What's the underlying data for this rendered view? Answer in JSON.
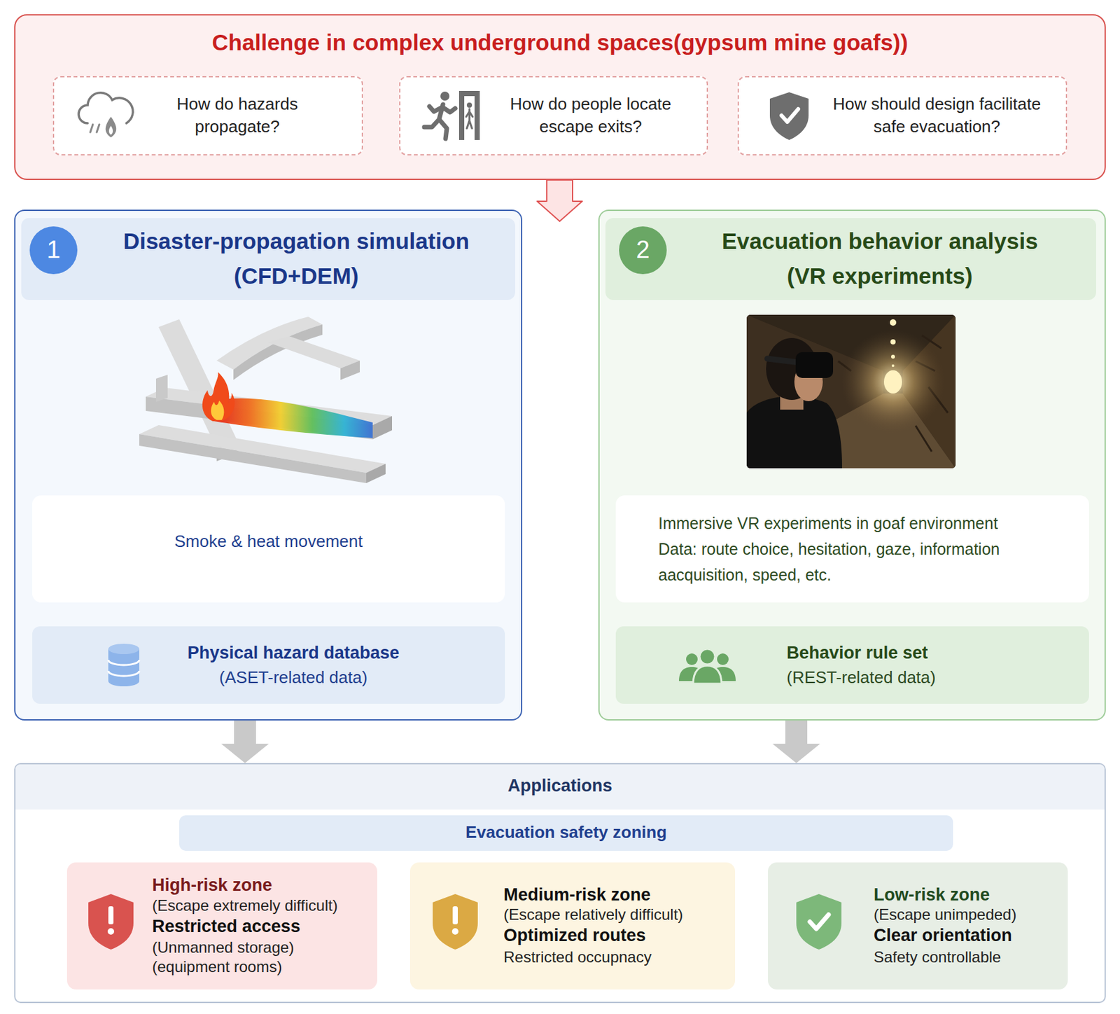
{
  "diagram": {
    "nodes": [
      {
        "text": [
          "Challenge in complex underground spaces(gypsum mine goafs))"
        ]
      },
      {
        "text": [
          "How do hazards propagate?"
        ],
        "in": 0
      },
      {
        "text": [
          "How do people locate escape exits?"
        ],
        "in": 0
      },
      {
        "text": [
          "How should design facilitate safe evacuation?"
        ],
        "in": 0
      },
      {
        "text": [
          "Disaster-propagation simulation (CFD+DEM)"
        ]
      },
      {
        "text": [
          "1"
        ],
        "in": 4
      },
      {
        "text": [
          "Smoke & heat movement"
        ],
        "in": 4
      },
      {
        "text": [
          "Physical hazard database",
          "(ASET-related data)"
        ],
        "in": 4
      },
      {
        "text": [
          "Evacuation behavior analysis (VR experiments)"
        ]
      },
      {
        "text": [
          "2"
        ],
        "in": 8
      },
      {
        "text": [
          "Immersive VR experiments in goaf environment",
          "Data: route choice, hesitation, gaze, information aacquisition, speed, etc."
        ],
        "in": 8
      },
      {
        "text": [
          "Behavior rule set",
          "(REST-related data)"
        ],
        "in": 8
      },
      {
        "text": [
          "Applications"
        ]
      },
      {
        "text": [
          "Evacuation safety zoning"
        ],
        "in": 12
      },
      {
        "text": [
          "High-risk zone",
          "(Escape extremely difficult)",
          "Restricted access",
          "(Unmanned storage)",
          "(equipment rooms)"
        ],
        "in": 12
      },
      {
        "text": [
          "Medium-risk zone",
          "(Escape relatively difficult)",
          "Optimized routes",
          "Restricted occupnacy"
        ],
        "in": 12
      },
      {
        "text": [
          "Low-risk zone",
          "(Escape unimpeded)",
          "Clear orientation",
          "Safety controllable"
        ],
        "in": 12
      }
    ],
    "edges": [
      {
        "from": 4,
        "to": 12,
        "arrow": "to"
      },
      {
        "from": 8,
        "to": 12,
        "arrow": "to"
      }
    ]
  }
}
